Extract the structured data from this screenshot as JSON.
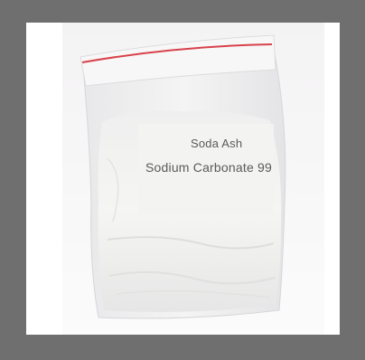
{
  "image": {
    "subject_icon": "zip-bag-of-white-powder",
    "colors": {
      "frame": "#6f6f6f",
      "background": "#ffffff",
      "zip_seal": "#d8424a",
      "powder": "#f2f2f0"
    }
  },
  "label": {
    "line1": "Soda Ash",
    "line2": "Sodium Carbonate 99"
  }
}
